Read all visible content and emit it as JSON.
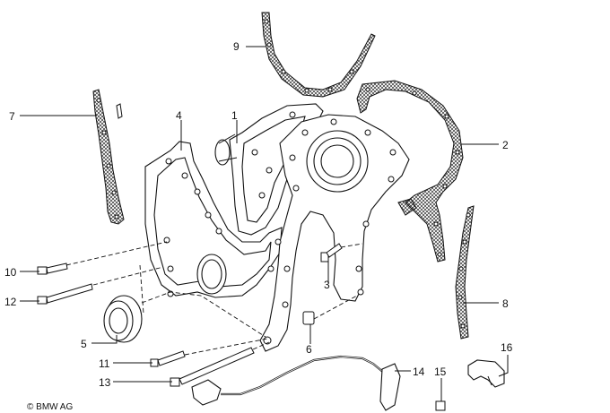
{
  "copyright": "© BMW AG",
  "callouts": [
    {
      "id": "1",
      "label": "1"
    },
    {
      "id": "2",
      "label": "2"
    },
    {
      "id": "3",
      "label": "3"
    },
    {
      "id": "4",
      "label": "4"
    },
    {
      "id": "5",
      "label": "5"
    },
    {
      "id": "6",
      "label": "6"
    },
    {
      "id": "7",
      "label": "7"
    },
    {
      "id": "8",
      "label": "8"
    },
    {
      "id": "9",
      "label": "9"
    },
    {
      "id": "10",
      "label": "10"
    },
    {
      "id": "11",
      "label": "11"
    },
    {
      "id": "12",
      "label": "12"
    },
    {
      "id": "13",
      "label": "13"
    },
    {
      "id": "14",
      "label": "14"
    },
    {
      "id": "15",
      "label": "15"
    },
    {
      "id": "16",
      "label": "16"
    }
  ]
}
